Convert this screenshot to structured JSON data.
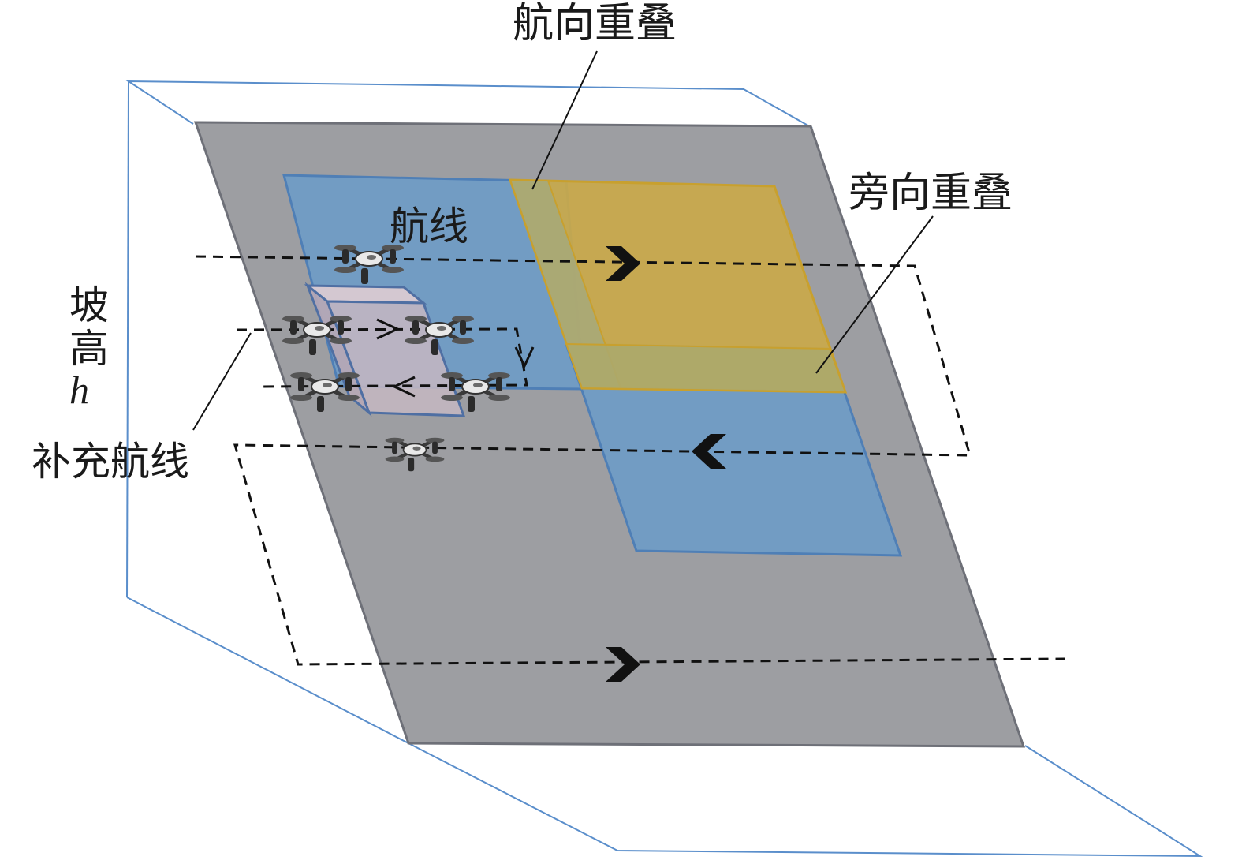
{
  "labels": {
    "heading_overlap": "航向重叠",
    "side_overlap": "旁向重叠",
    "flight_line": "航线",
    "slope_height_char1": "坡",
    "slope_height_char2": "高",
    "slope_height_var": "h",
    "supplementary_line": "补充航线"
  },
  "icons": {
    "drone": "quadcopter-drone-icon",
    "direction_right": "chevron-right-icon",
    "direction_left": "chevron-left-icon",
    "arrow_right": "arrow-right-icon",
    "arrow_left": "arrow-left-icon",
    "arrow_down": "arrow-down-icon"
  },
  "colors": {
    "slope_plane": "#9d9ea2",
    "slope_plane_edge": "#6e7078",
    "box_outline": "#5a8ecb",
    "image_footprint": "#6f9cc6",
    "overlap_yellow": "#c9a94a",
    "obstacle_box": "#c5b7c2",
    "path_line": "#111111"
  }
}
